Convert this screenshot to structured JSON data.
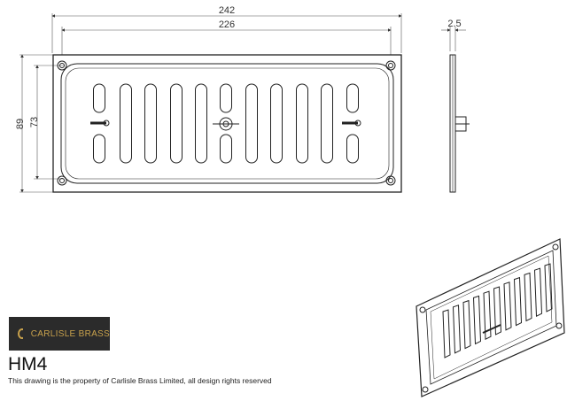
{
  "dimensions": {
    "overall_width": "242",
    "inner_width": "226",
    "overall_height": "89",
    "inner_height": "73",
    "thickness": "2.5"
  },
  "brand": {
    "name": "CARLISLE BRASS",
    "accent_color": "#c9a24c",
    "logo_background": "#2b2b2b"
  },
  "product": {
    "code": "HM4"
  },
  "footer": {
    "notice": "This drawing is the property of Carlisle Brass Limited, all design rights reserved"
  }
}
